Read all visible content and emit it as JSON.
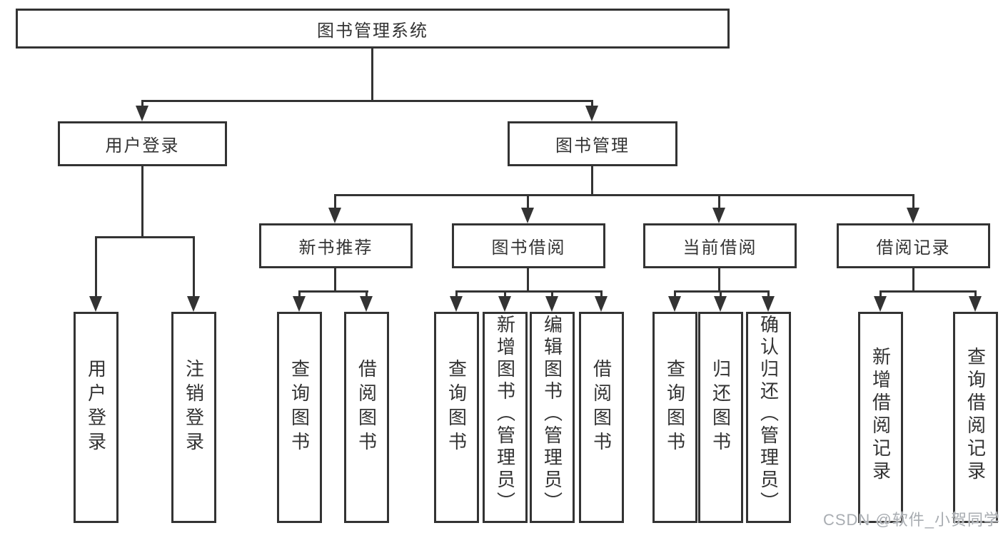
{
  "diagram": {
    "title": "图书管理系统",
    "tree": {
      "root_label": "图书管理系统",
      "login": {
        "label": "用户登录",
        "children": [
          "用户登录",
          "注销登录"
        ]
      },
      "management": {
        "label": "图书管理",
        "sections": [
          {
            "label": "新书推荐",
            "children": [
              "查询图书",
              "借阅图书"
            ]
          },
          {
            "label": "图书借阅",
            "children": [
              "查询图书",
              "新增图书（管理员）",
              "编辑图书（管理员）",
              "借阅图书"
            ]
          },
          {
            "label": "当前借阅",
            "children": [
              "查询图书",
              "归还图书",
              "确认归还（管理员）"
            ]
          },
          {
            "label": "借阅记录",
            "children": [
              "新增借阅记录",
              "查询借阅记录"
            ]
          }
        ]
      }
    },
    "colors": {
      "line": "#333333",
      "box_border": "#333333",
      "text": "#333333",
      "background": "#ffffff",
      "watermark": "#a9adb2"
    },
    "watermark": "CSDN @软件_小贺同学"
  }
}
